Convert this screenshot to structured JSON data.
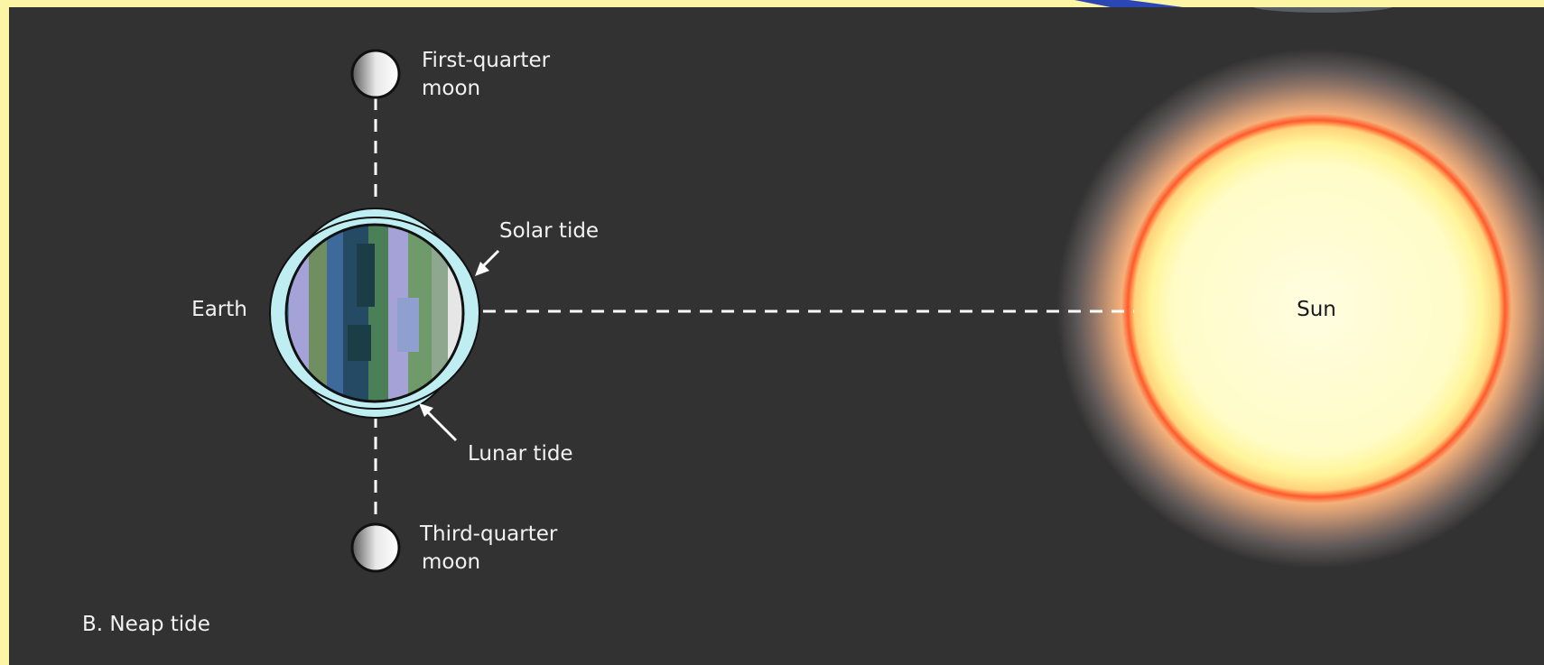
{
  "figure": {
    "caption": "B. Neap tide"
  },
  "bodies": {
    "earth": {
      "label": "Earth"
    },
    "sun": {
      "label": "Sun"
    },
    "first_quarter_moon": {
      "label_line1": "First-quarter",
      "label_line2": "moon"
    },
    "third_quarter_moon": {
      "label_line1": "Third-quarter",
      "label_line2": "moon"
    }
  },
  "tides": {
    "solar": {
      "label": "Solar tide"
    },
    "lunar": {
      "label": "Lunar tide"
    }
  },
  "colors": {
    "background": "#323232",
    "frame": "#fdf5a6",
    "accent_corner": "#2a47b5",
    "tide_bulge": "#bfeef2",
    "sun_core": "#fffcc8",
    "sun_rim": "#ff5a2a",
    "dashed_line": "#ffffff"
  }
}
